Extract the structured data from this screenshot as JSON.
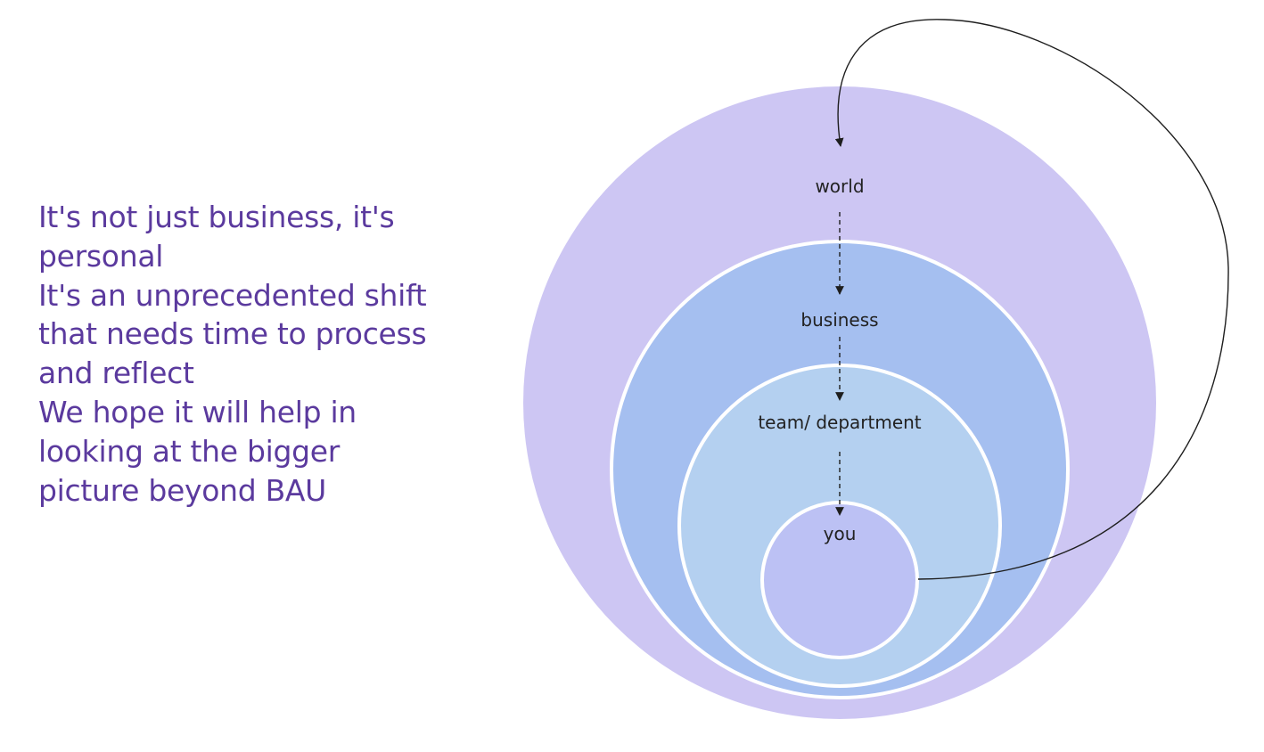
{
  "statement": {
    "lines": [
      "It's not just business, it's",
      "personal",
      "It's an unprecedented shift",
      "that needs time to process",
      "and reflect",
      "We hope it will help in",
      "looking at the bigger",
      "picture beyond BAU"
    ],
    "color": "#5b3a9e"
  },
  "diagram": {
    "levels": [
      {
        "label": "world",
        "fill": "#cdc6f3"
      },
      {
        "label": "business",
        "fill": "#a5bff0"
      },
      {
        "label": "team/ department",
        "fill": "#b4d0f0"
      },
      {
        "label": "you",
        "fill": "#bcc1f4"
      }
    ],
    "ring_stroke": "#ffffff",
    "arrow_color": "#1e1e1e"
  }
}
